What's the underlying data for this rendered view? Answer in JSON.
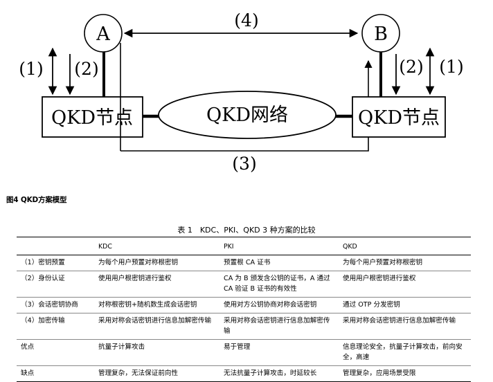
{
  "diagram": {
    "node_a": "A",
    "node_b": "B",
    "left_box": "QKD节点",
    "right_box": "QKD节点",
    "network": "QKD网络",
    "label_1_left": "(1)",
    "label_2_left": "(2)",
    "label_1_right": "(1)",
    "label_2_right": "(2)",
    "label_3": "(3)",
    "label_4": "(4)"
  },
  "figure_caption": "图4 QKD方案模型",
  "table": {
    "title": "表 1　KDC、PKI、QKD 3 种方案的比较",
    "headers": [
      "",
      "KDC",
      "PKI",
      "QKD"
    ],
    "rows": [
      [
        "（1）密钥预置",
        "为每个用户预置对称根密钥",
        "预置根 CA 证书",
        "为每个用户预置对称根密钥"
      ],
      [
        "（2）身份认证",
        "使用用户根密钥进行鉴权",
        "CA 为 B 颁发含公钥的证书，A 通过 CA 验证 B 证书的有效性",
        "使用用户根密钥进行鉴权"
      ],
      [
        "（3）会话密钥协商",
        "对称根密钥+随机数生成会话密钥",
        "使用对方公钥协商对称会话密钥",
        "通过 OTP 分发密钥"
      ],
      [
        "（4）加密传输",
        "采用对称会话密钥进行信息加解密传输",
        "采用对称会话密钥进行信息加解密传输",
        "采用对称会话密钥进行信息加解密传输"
      ],
      [
        "优点",
        "抗量子计算攻击",
        "易于管理",
        "信息理论安全，抗量子计算攻击，前向安全，高速"
      ],
      [
        "缺点",
        "管理复杂，无法保证前向性",
        "无法抗量子计算攻击，时延较长",
        "管理复杂，应用场景受限"
      ]
    ]
  }
}
